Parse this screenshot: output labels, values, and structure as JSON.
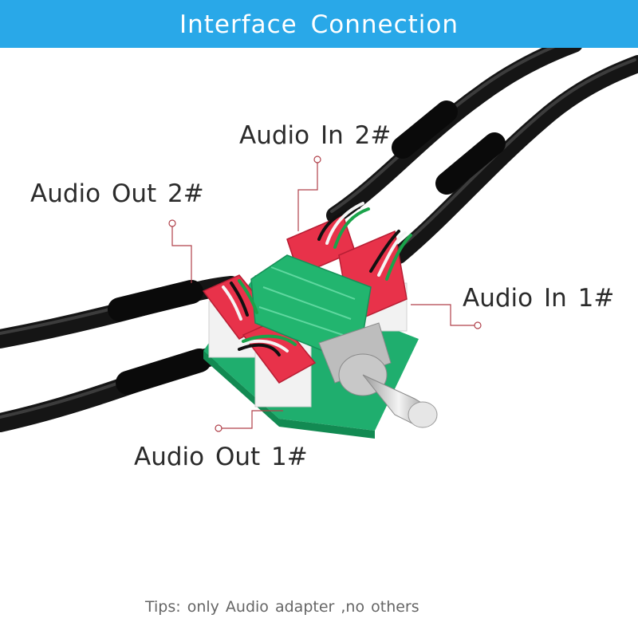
{
  "header": {
    "title": "Interface Connection"
  },
  "labels": {
    "audio_in_2": "Audio In 2#",
    "audio_out_2": "Audio Out 2#",
    "audio_in_1": "Audio In 1#",
    "audio_out_1": "Audio Out 1#"
  },
  "tips": "Tips:  only Audio adapter ,no others",
  "colors": {
    "banner": "#29a8e8",
    "connector": "#e8324a",
    "board": "#1fae6e",
    "cable": "#151515",
    "leader_line": "#b0404a"
  }
}
